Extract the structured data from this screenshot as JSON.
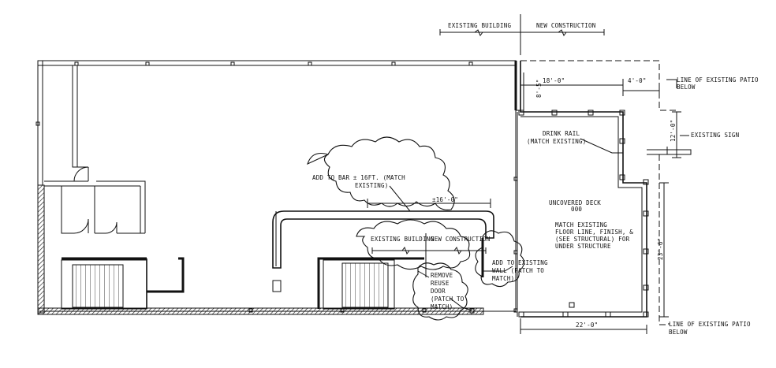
{
  "notes": {
    "existing_building_top": "EXISTING BUILDING",
    "new_construction_top": "NEW CONSTRUCTION",
    "line_patio_top_1": "LINE OF EXISTING PATIO",
    "line_patio_top_2": "BELOW",
    "existing_sign": "EXISTING SIGN",
    "drink_rail_1": "DRINK RAIL",
    "drink_rail_2": "(MATCH EXISTING)",
    "uncovered_deck": "UNCOVERED DECK",
    "deck_tag": "000",
    "match_existing_1": "MATCH EXISTING",
    "match_existing_2": "FLOOR LINE, FINISH, &",
    "match_existing_3": "(SEE STRUCTURAL) FOR",
    "match_existing_4": "UNDER STRUCTURE",
    "add_bar_1": "ADD TO BAR ± 16FT. (MATCH",
    "add_bar_2": "EXISTING)",
    "bar_dim": "±16'-0\"",
    "existing_building_mid": "EXISTING BUILDING",
    "new_construction_mid": "NEW CONSTRUCTION",
    "add_wall_1": "ADD TO EXISTING",
    "add_wall_2": "WALL (PATCH TO",
    "add_wall_3": "MATCH)",
    "remove_1": "REMOVE",
    "remove_2": "REUSE",
    "remove_3": "DOOR",
    "remove_4": "(PATCH TO",
    "remove_5": "MATCH)",
    "line_patio_bottom_1": "LINE OF EXISTING PATIO",
    "line_patio_bottom_2": "BELOW"
  },
  "dimensions": {
    "dim_18": "18'-0\"",
    "dim_4": "4'-0\"",
    "dim_8": "8'-5\"",
    "dim_12": "12'-0\"",
    "dim_23": "23'-6\"",
    "dim_22": "22'-0\""
  },
  "colors": {
    "line": "#111111",
    "background": "#ffffff"
  }
}
